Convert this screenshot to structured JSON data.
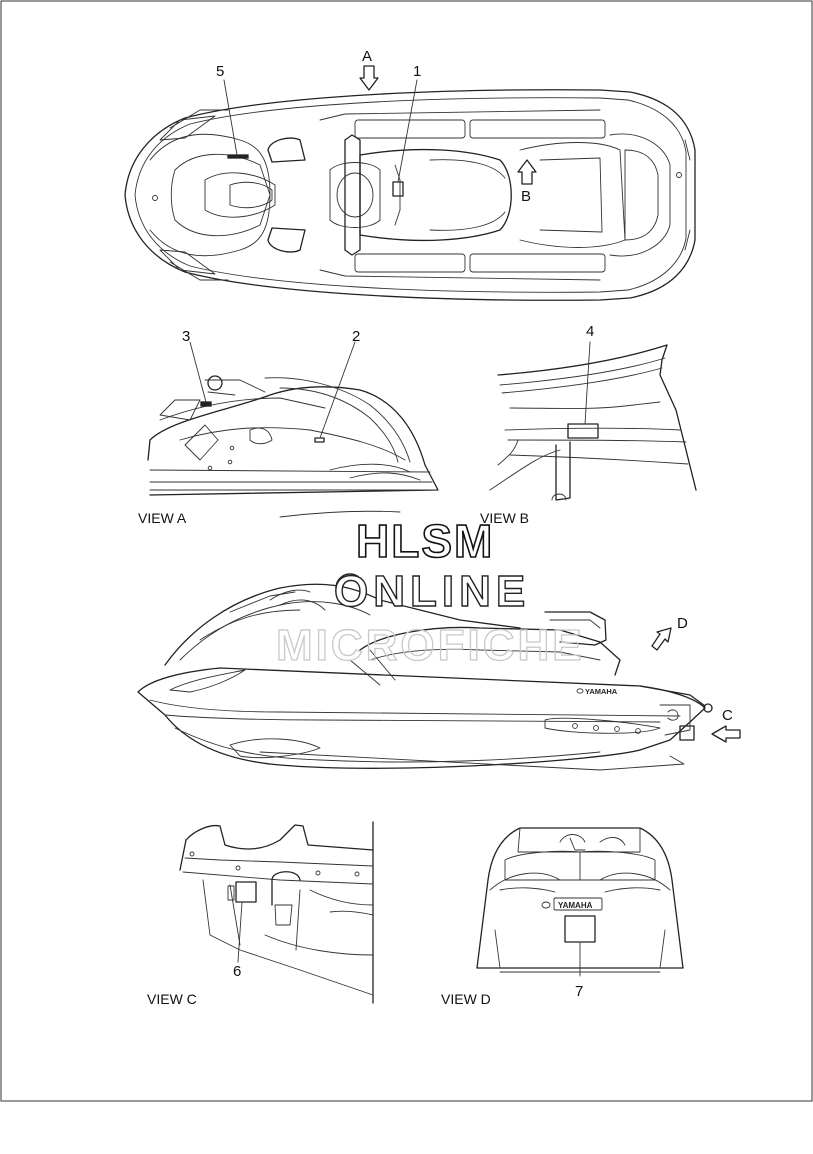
{
  "views": {
    "top_arrow": "A",
    "view_a": "VIEW A",
    "view_b": "VIEW B",
    "view_c": "VIEW C",
    "view_d": "VIEW D",
    "arrow_b": "B",
    "arrow_c": "C",
    "arrow_d": "D"
  },
  "callouts": {
    "c1": "1",
    "c2": "2",
    "c3": "3",
    "c4": "4",
    "c5": "5",
    "c6": "6",
    "c7": "7"
  },
  "brand": {
    "side_logo": "YAMAHA",
    "rear_logo": "YAMAHA"
  },
  "watermark": {
    "line1": "HLSM",
    "line2": "ONLINE",
    "line3": "MICROFICHE"
  }
}
